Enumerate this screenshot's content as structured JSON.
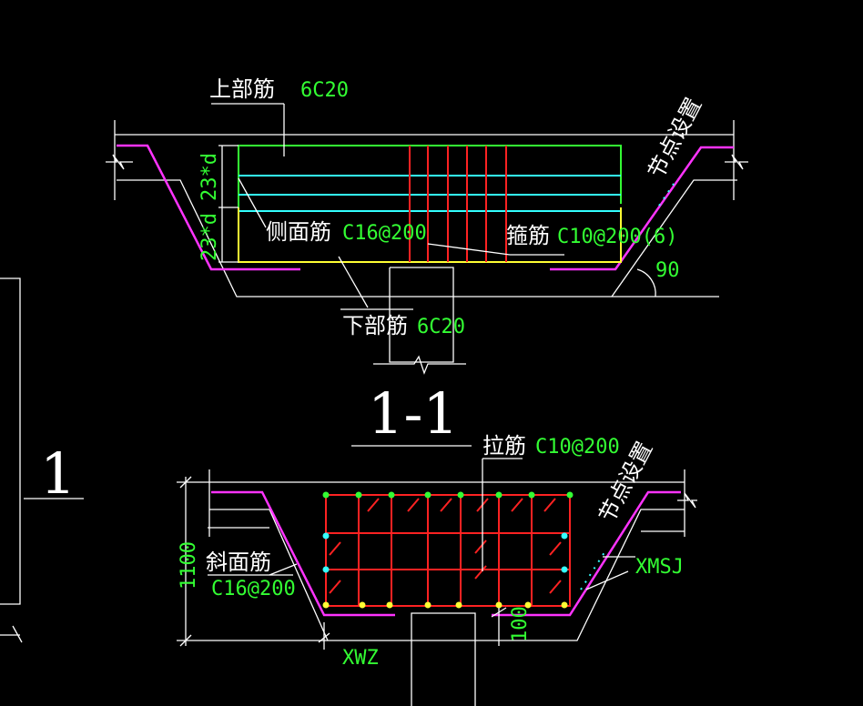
{
  "drawing": {
    "section_mark": "1-1",
    "side_mark": "1",
    "colors": {
      "background": "#000000",
      "outline": "#ffffff",
      "magenta": "#ff33ff",
      "green": "#33ff33",
      "cyan": "#33ffff",
      "yellow": "#ffff33",
      "red": "#ff2222"
    }
  },
  "top_section": {
    "top_bar_label": "上部筋",
    "top_bar_spec": "6C20",
    "side_bar_label": "侧面筋",
    "side_bar_spec": "C16@200",
    "stirrup_label": "箍筋",
    "stirrup_spec": "C10@200(6)",
    "bottom_bar_label": "下部筋",
    "bottom_bar_spec": "6C20",
    "node_setting": "节点设置",
    "anchor_upper": "23*d",
    "anchor_lower": "23*d",
    "angle": "90"
  },
  "bottom_section": {
    "tie_label": "拉筋",
    "tie_spec": "C10@200",
    "slope_bar_label": "斜面筋",
    "slope_bar_spec": "C16@200",
    "node_setting": "节点设置",
    "dim_height": "1100",
    "dim_offset": "100",
    "xwz": "XWZ",
    "xmsj": "XMSJ"
  }
}
